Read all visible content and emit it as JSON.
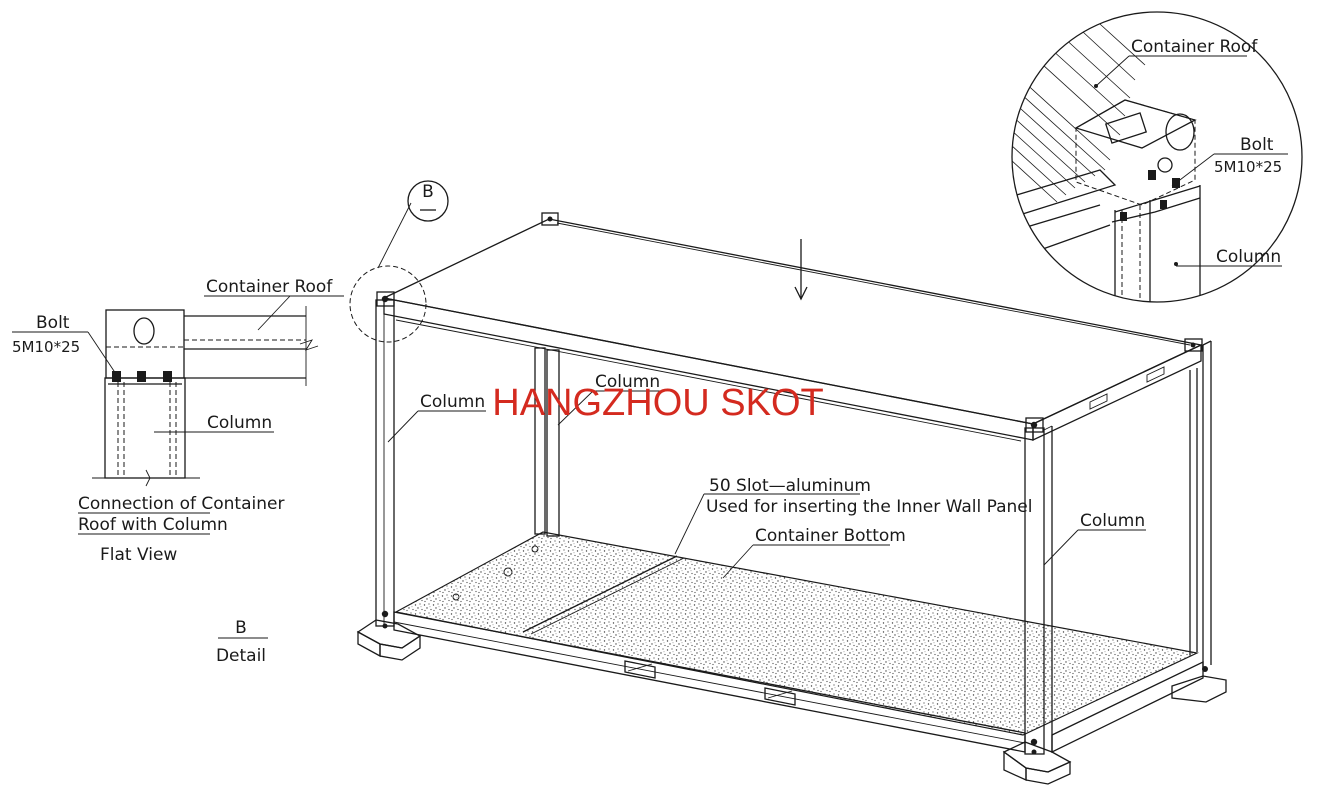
{
  "watermark": "HANGZHOU SKOT",
  "detail_marker": {
    "letter": "B"
  },
  "section_label": {
    "letter": "B",
    "caption": "Detail"
  },
  "flat_view": {
    "roof_label": "Container  Roof",
    "bolt_label": "Bolt",
    "bolt_spec": "5M10*25",
    "column_label": "Column",
    "caption_line1": "Connection of Container",
    "caption_line2": "Roof with Column",
    "caption_line3": "Flat  View"
  },
  "zoom_view": {
    "roof_label": "Container Roof",
    "bolt_label": "Bolt",
    "bolt_spec": "5M10*25",
    "column_label": "Column"
  },
  "main_view": {
    "column_left": "Column",
    "column_back": "Column",
    "column_right": "Column",
    "slot_line1": "50 Slot—aluminum",
    "slot_line2": "Used for inserting the Inner Wall Panel",
    "bottom_label": "Container Bottom"
  },
  "colors": {
    "watermark": "#d42a1f",
    "line": "#1a1a1a"
  }
}
